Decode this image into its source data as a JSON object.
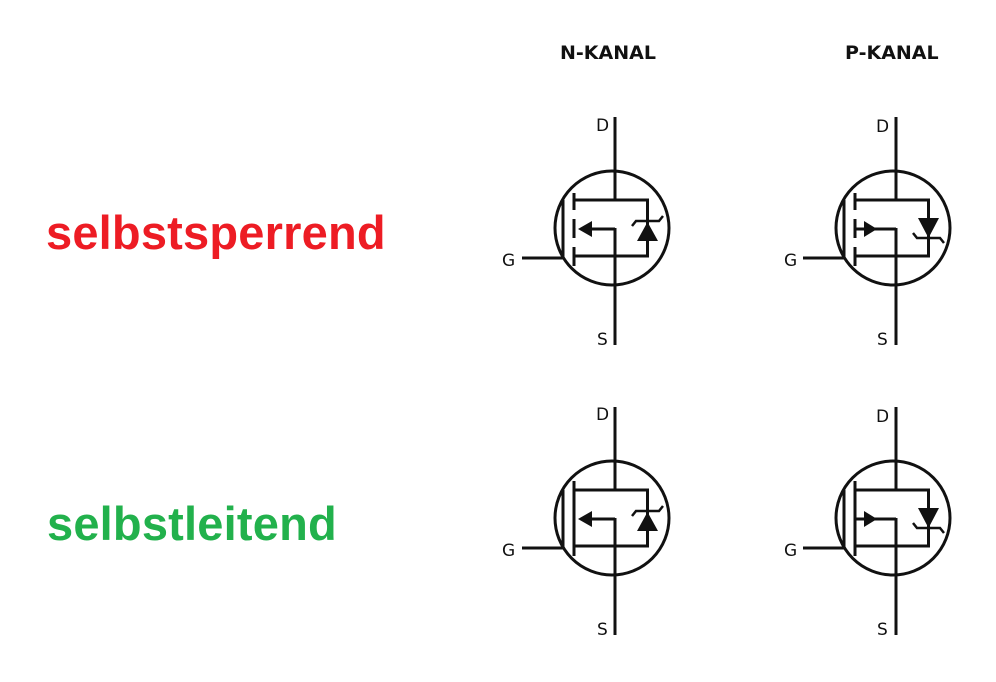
{
  "columns": [
    {
      "label": "N-KANAL",
      "channel": "n"
    },
    {
      "label": "P-KANAL",
      "channel": "p"
    }
  ],
  "rows": [
    {
      "label": "selbstsperrend",
      "color": "#ed1c24",
      "mode": "enhancement"
    },
    {
      "label": "selbstleitend",
      "color": "#22b14c",
      "mode": "depletion"
    }
  ],
  "pins": {
    "drain": "D",
    "gate": "G",
    "source": "S"
  },
  "symbols": [
    {
      "row": 0,
      "col": 0,
      "type": "N-channel enhancement MOSFET with body diode"
    },
    {
      "row": 0,
      "col": 1,
      "type": "P-channel enhancement MOSFET with body diode"
    },
    {
      "row": 1,
      "col": 0,
      "type": "N-channel depletion MOSFET with body diode"
    },
    {
      "row": 1,
      "col": 1,
      "type": "P-channel depletion MOSFET with body diode"
    }
  ],
  "colors": {
    "stroke": "#111111",
    "background": "#ffffff"
  }
}
